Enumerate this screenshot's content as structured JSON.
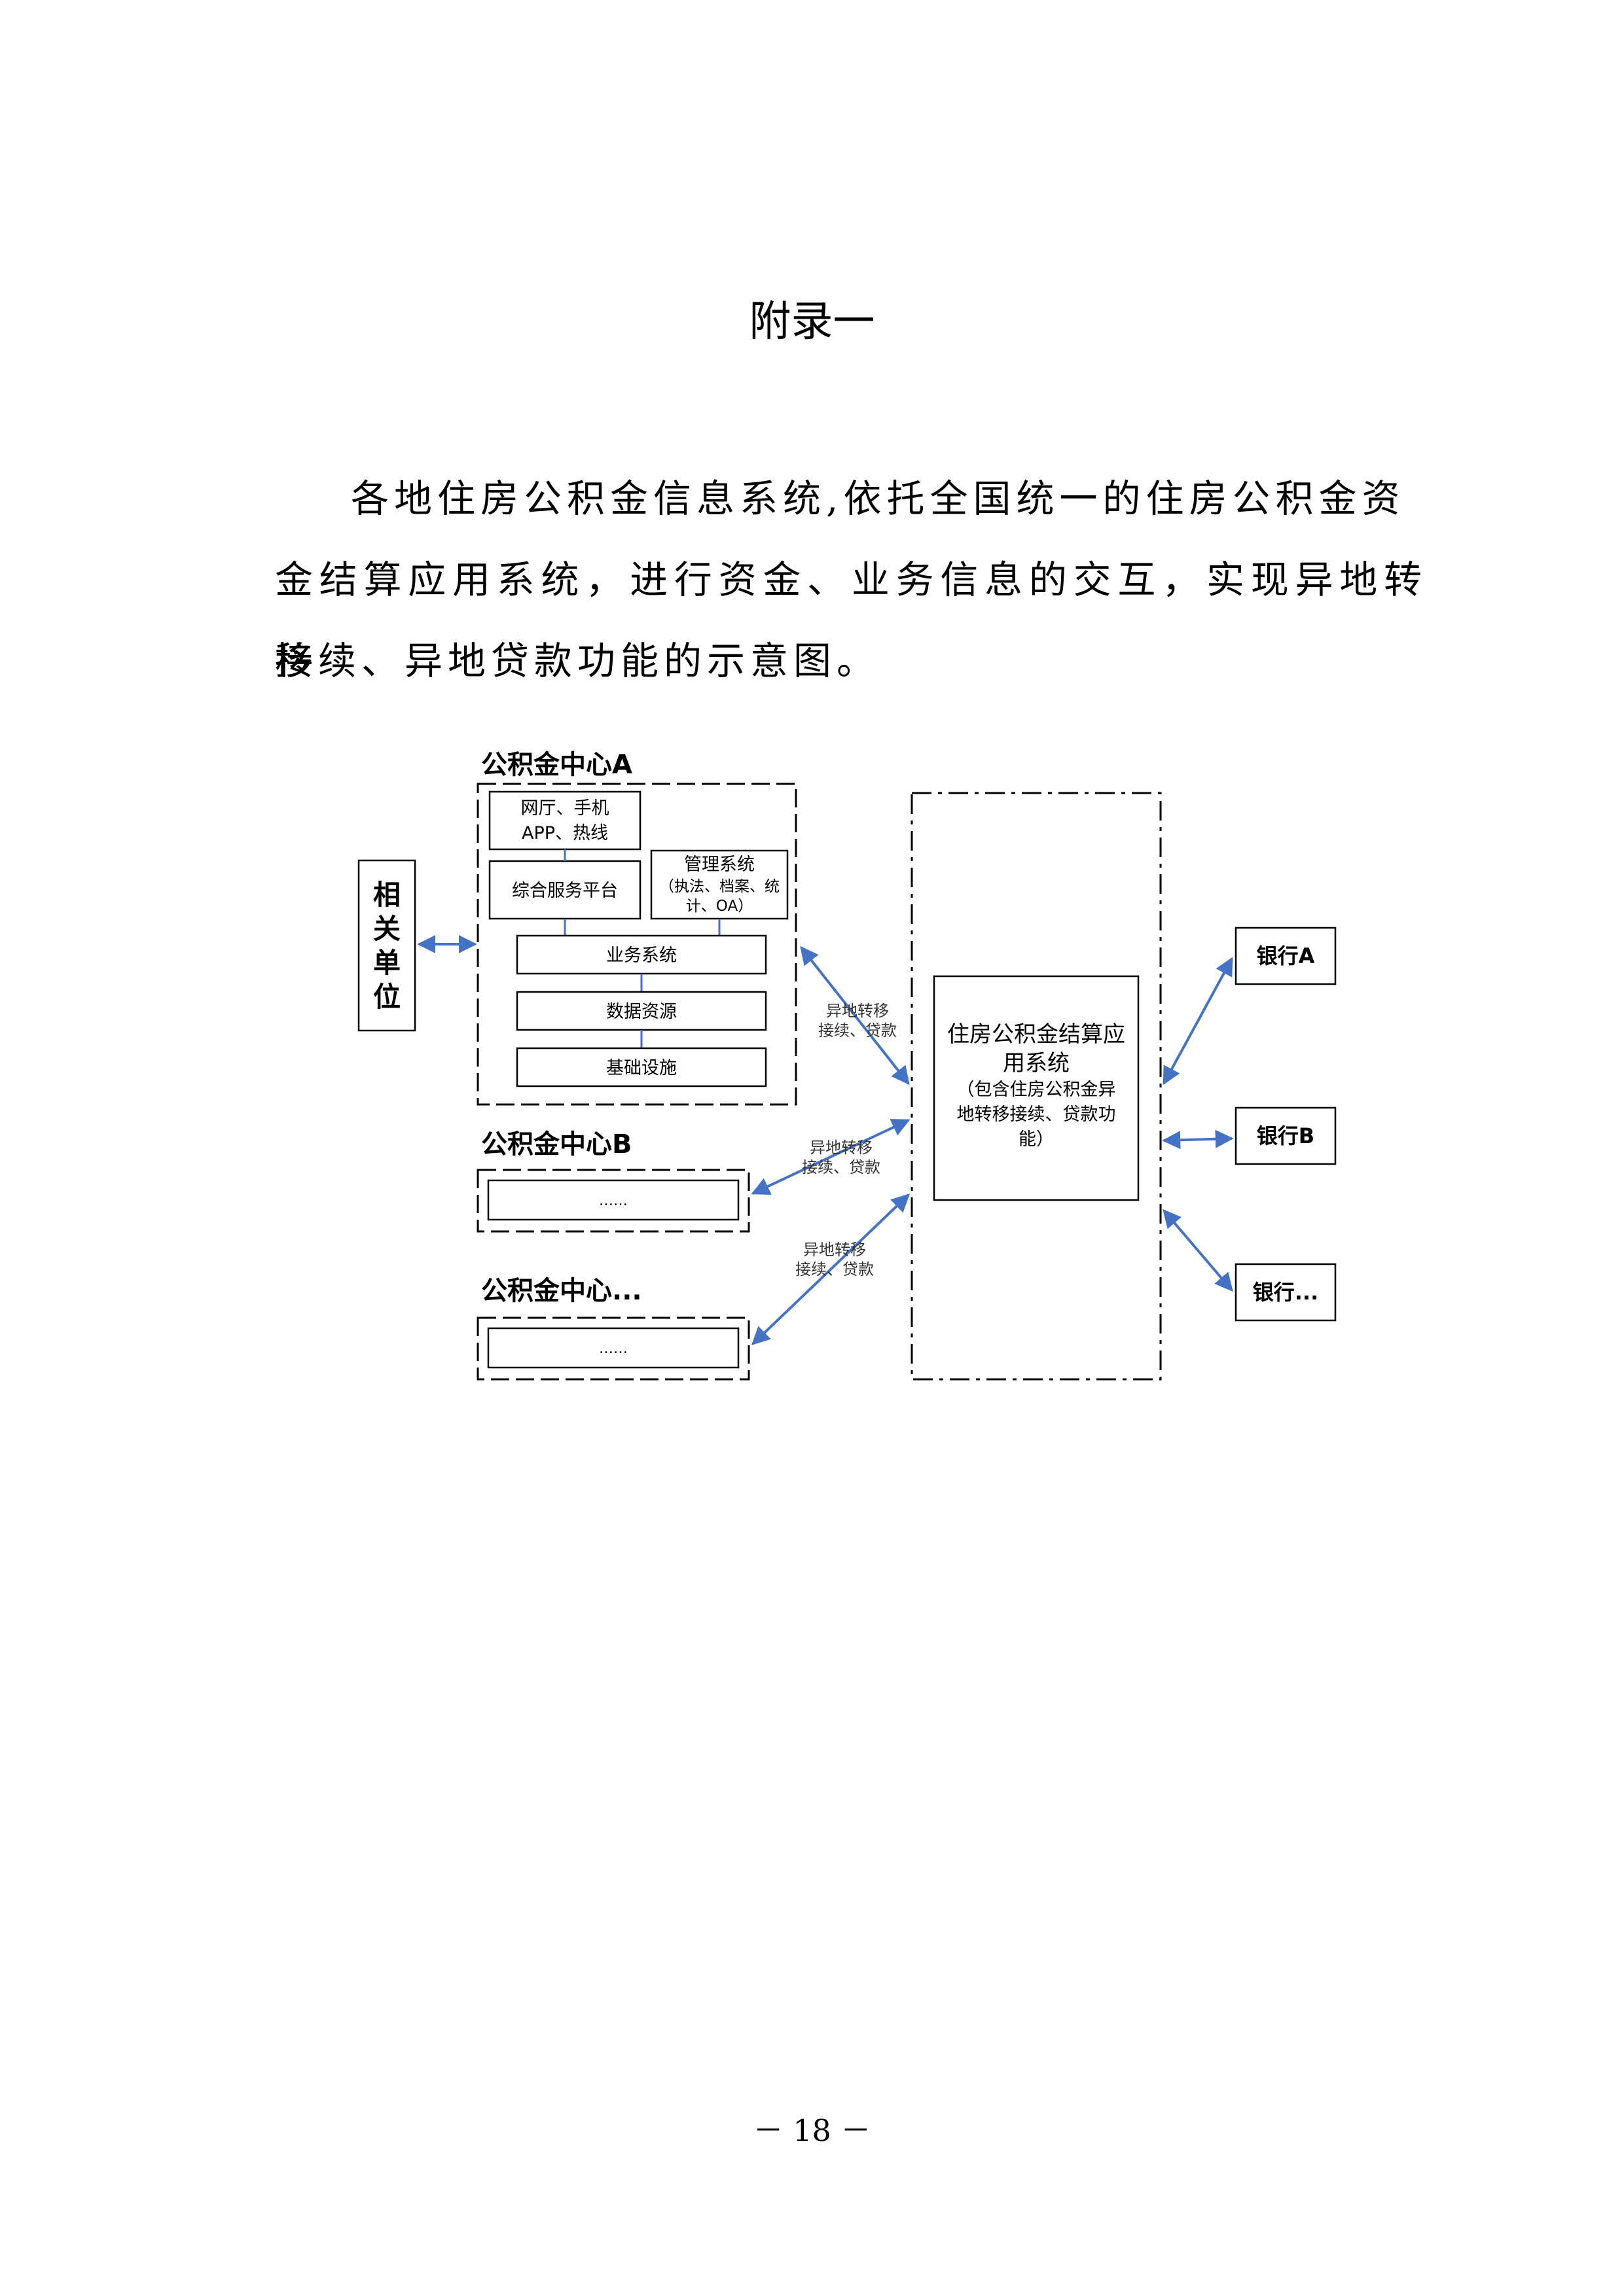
{
  "title": "附录一",
  "paragraph_lines": [
    "各地住房公积金信息系统,依托全国统一的住房公积金资",
    "金结算应用系统，进行资金、业务信息的交互，实现异地转移",
    "接续、异地贷款功能的示意图。"
  ],
  "diagram": {
    "center_a": {
      "title": "公积金中心A",
      "box_channels": [
        "网厅、手机",
        "APP、热线"
      ],
      "box_service": "综合服务平台",
      "box_mgmt": [
        "管理系统",
        "（执法、档案、统",
        "计、OA）"
      ],
      "box_business": "业务系统",
      "box_data": "数据资源",
      "box_infra": "基础设施"
    },
    "related": [
      "相",
      "关",
      "单",
      "位"
    ],
    "center_b": {
      "title": "公积金中心B",
      "box": "……"
    },
    "center_more": {
      "title": "公积金中心...",
      "box": "……"
    },
    "link_label": [
      "异地转移",
      "接续、贷款"
    ],
    "settlement": {
      "title": [
        "住房公积金结算应",
        "用系统"
      ],
      "note": [
        "（包含住房公积金异",
        "地转移接续、贷款功",
        "能）"
      ]
    },
    "banks": [
      "银行A",
      "银行B",
      "银行..."
    ],
    "arrow_color": "#4472C4"
  },
  "page_number": "－ 18 －"
}
